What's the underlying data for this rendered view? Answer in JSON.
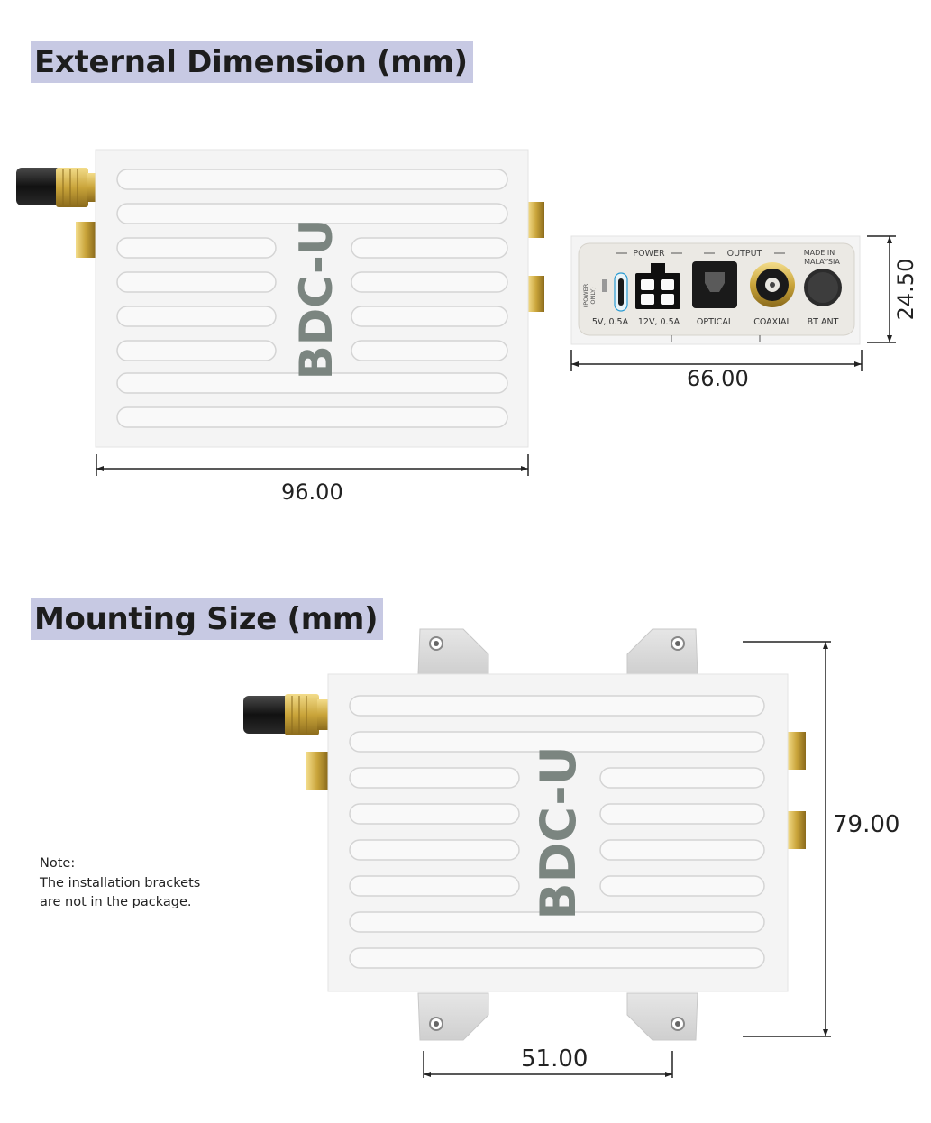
{
  "headings": {
    "external": "External Dimension (mm)",
    "mounting": "Mounting Size (mm)"
  },
  "device": {
    "label": "BDC-U"
  },
  "panel": {
    "power_header": "POWER",
    "output_header": "OUTPUT",
    "made_in_line1": "MADE IN",
    "made_in_line2": "MALAYSIA",
    "power_only_line1": "(POWER",
    "power_only_line2": "ONLY)",
    "port_labels": [
      "5V, 0.5A",
      "12V, 0.5A",
      "OPTICAL",
      "COAXIAL",
      "BT ANT"
    ]
  },
  "dimensions": {
    "front_width": "96.00",
    "panel_width": "66.00",
    "panel_height": "24.50",
    "mount_width": "51.00",
    "mount_height": "79.00"
  },
  "note": {
    "line1": "Note:",
    "line2": "The installation brackets",
    "line3": "are not in the package."
  },
  "colors": {
    "heading_bg": "#c7c9e3",
    "device_body": "#f4f4f4",
    "label_text": "#7b8580",
    "connector_gold": "#c9a43a"
  }
}
